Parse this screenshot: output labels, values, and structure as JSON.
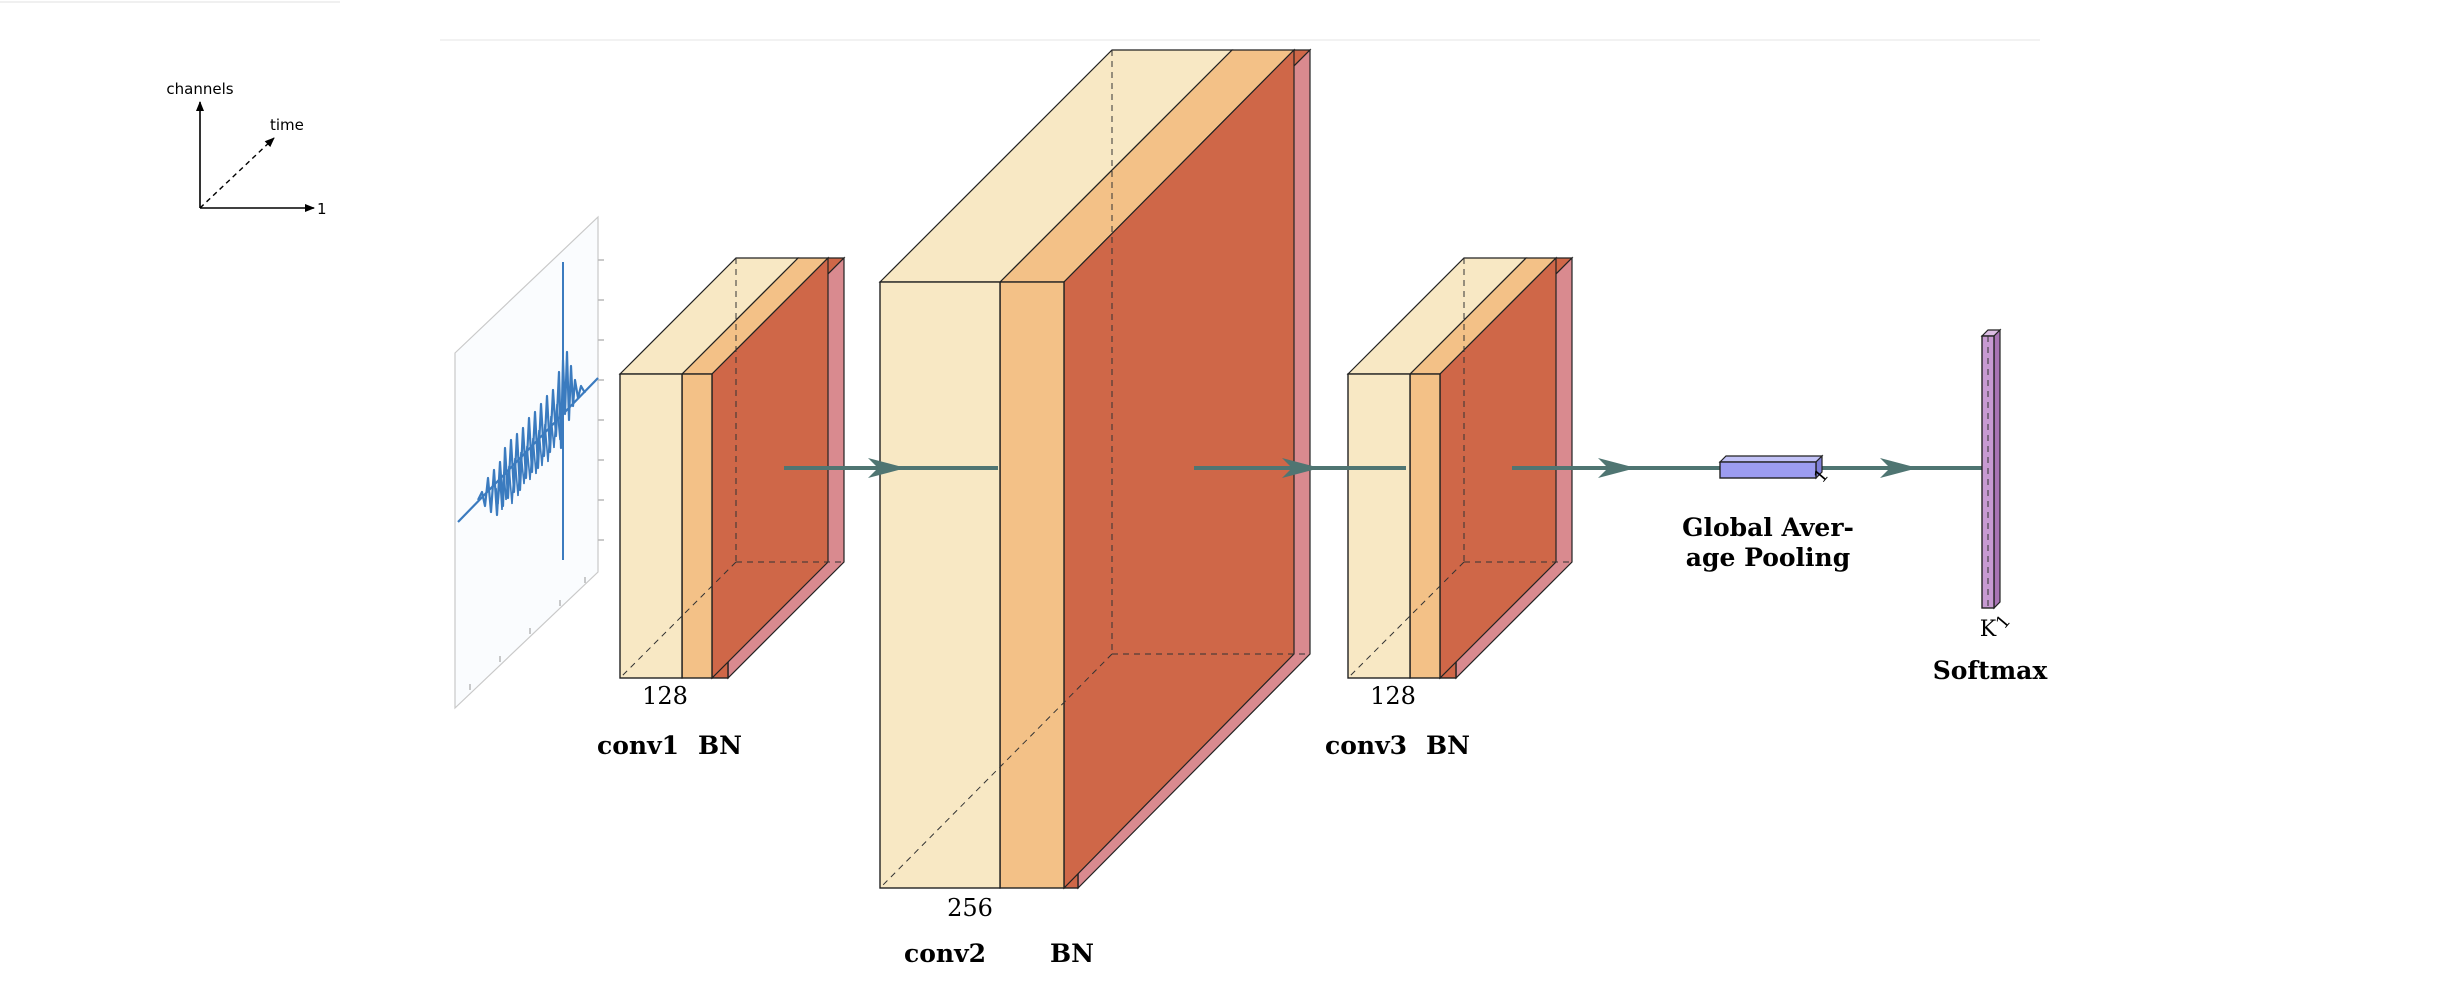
{
  "axes_legend": {
    "y_label": "channels",
    "diag_label": "time",
    "x_label": "1"
  },
  "layers": {
    "conv1": {
      "label": "conv1",
      "bn_label": "BN",
      "size": "128"
    },
    "conv2": {
      "label": "conv2",
      "bn_label": "BN",
      "size": "256"
    },
    "conv3": {
      "label": "conv3",
      "bn_label": "BN",
      "size": "128"
    }
  },
  "gap": {
    "label_line1": "Global Aver-",
    "label_line2": "age Pooling",
    "dim": "1"
  },
  "softmax": {
    "label": "Softmax",
    "dim_k": "K",
    "dim_1": "1"
  },
  "colors": {
    "conv_light": "#f8e8c4",
    "bn_stripe": "#f3c187",
    "relu_face": "#cf6748",
    "relu_side": "#d98a8f",
    "arrow": "#4f7572",
    "gap_block": "#9c9cf0",
    "softmax_block": "#c79ad2",
    "signal": "#3b7bbf"
  }
}
